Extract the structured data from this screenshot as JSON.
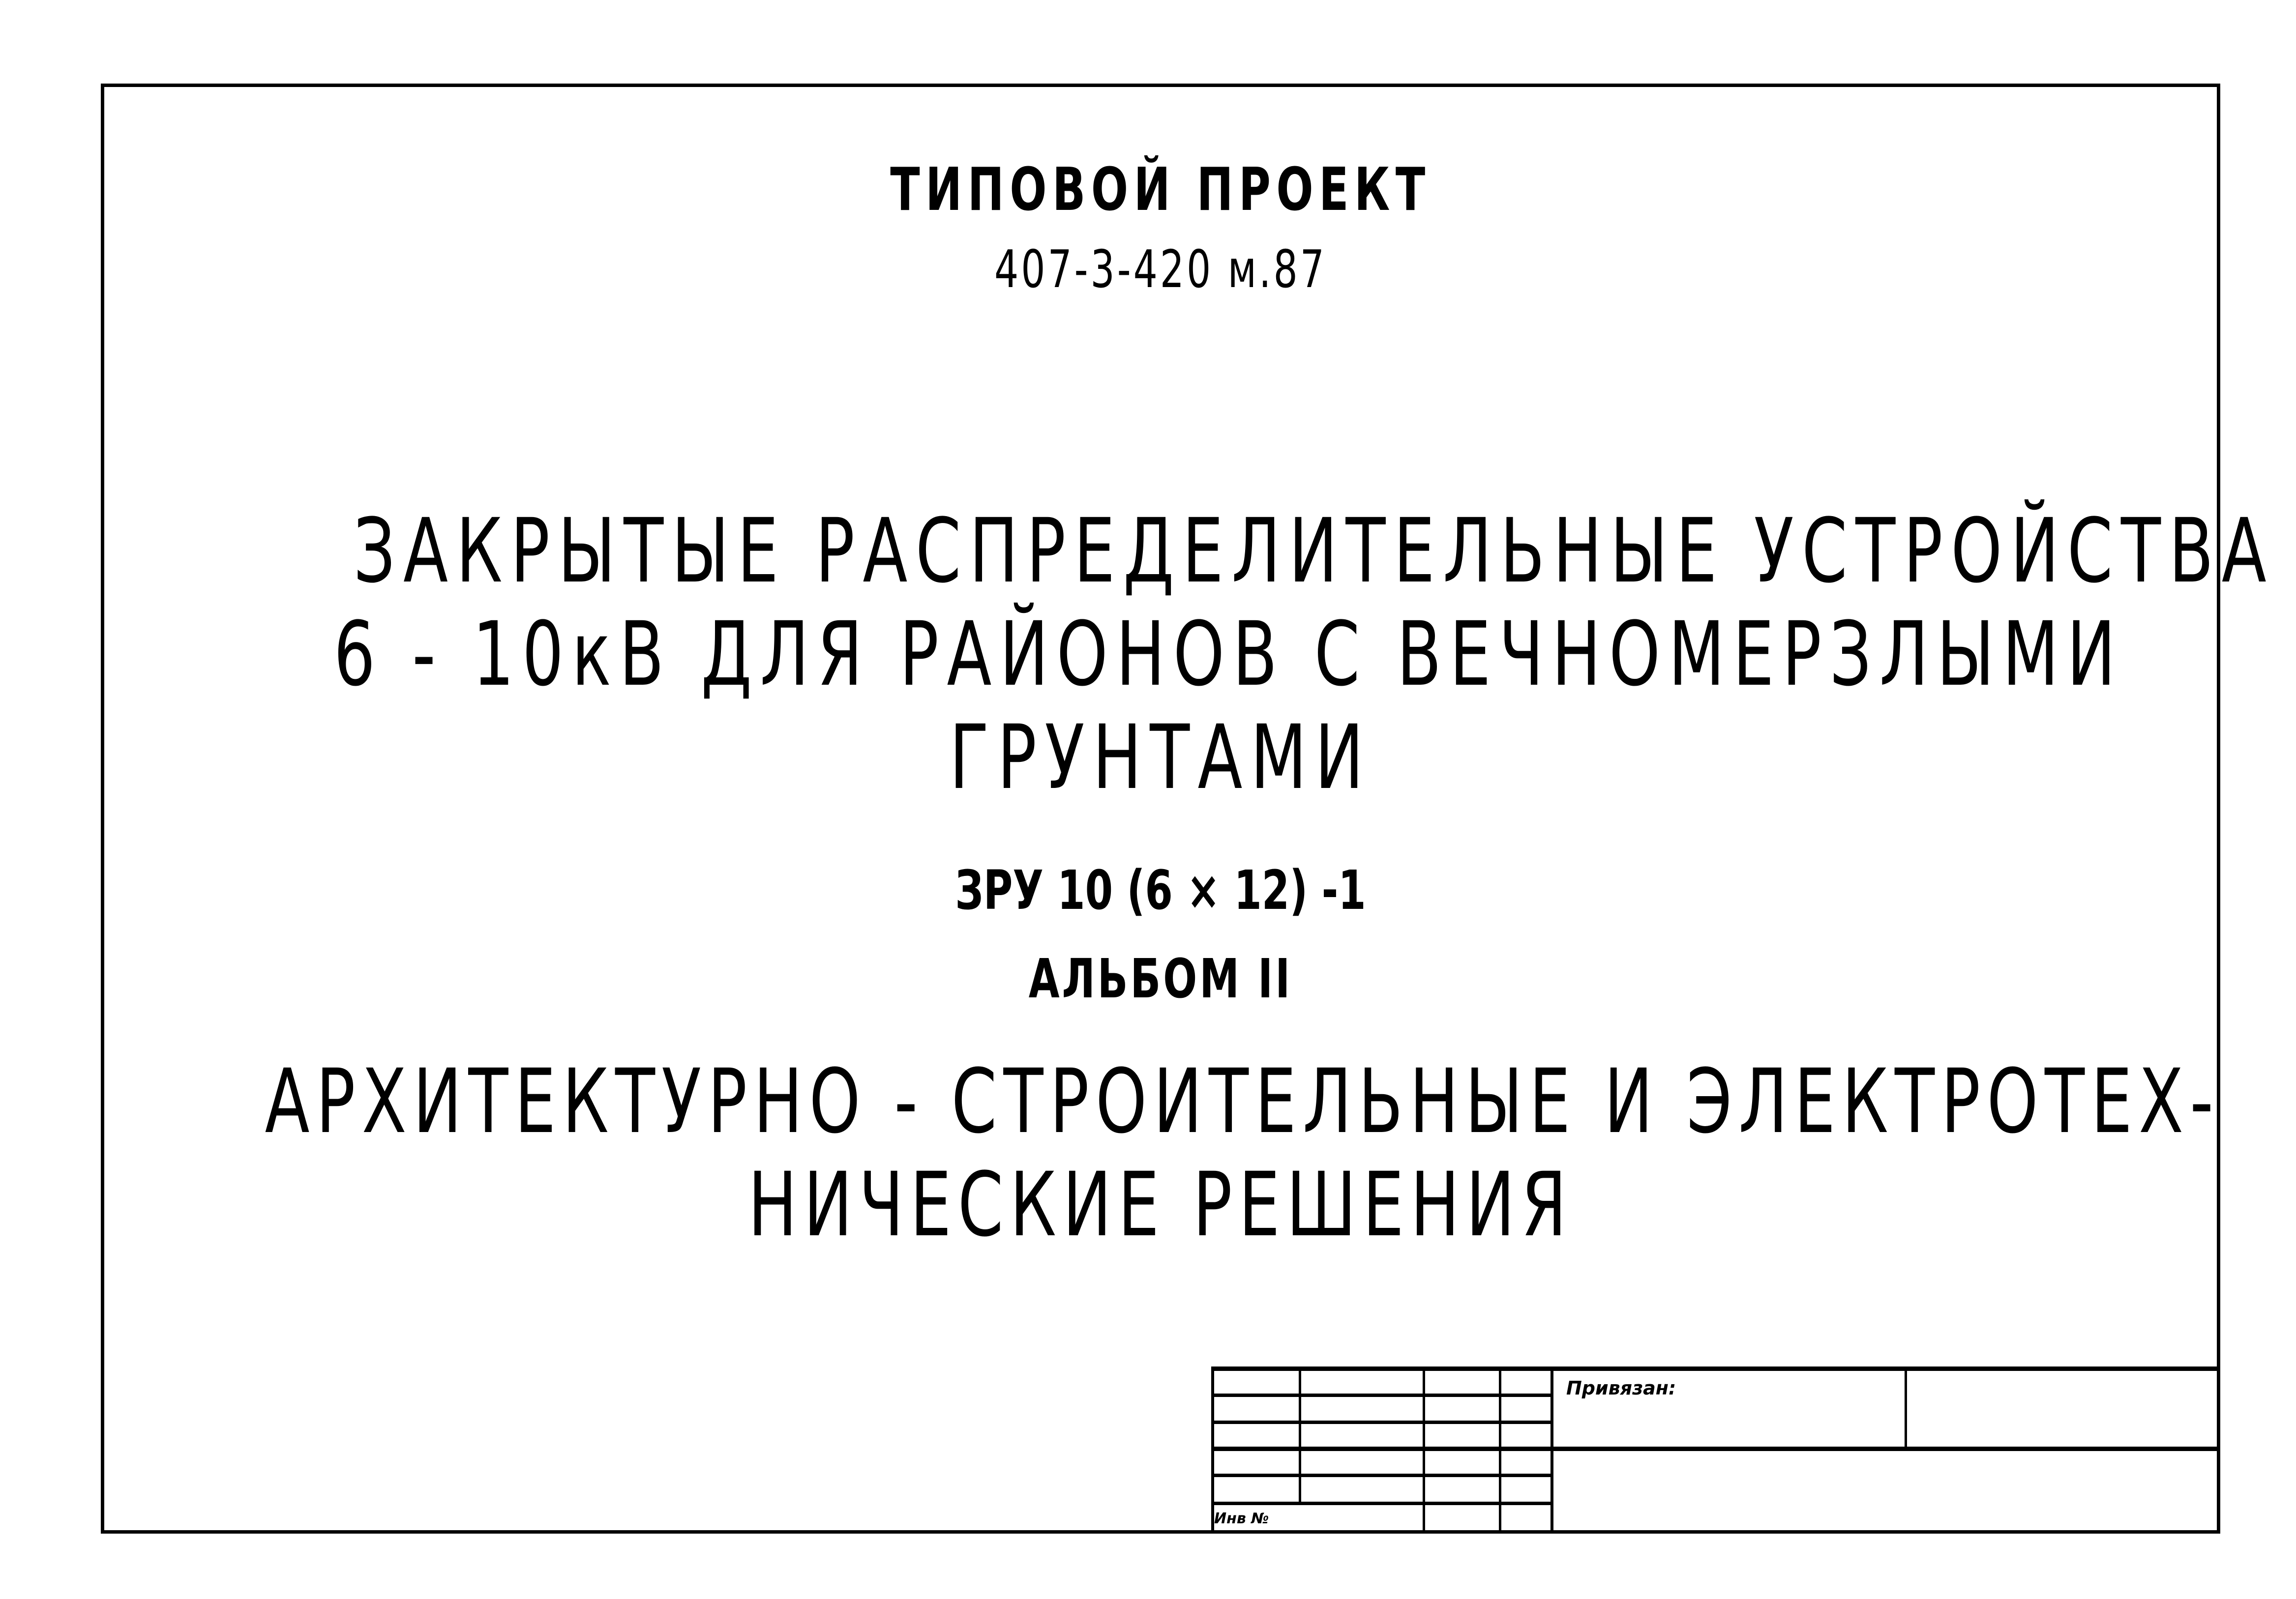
{
  "document": {
    "header": {
      "type_label": "ТИПОВОЙ    ПРОЕКТ",
      "project_number": "407-3-420 м.87"
    },
    "title": {
      "line1": "ЗАКРЫТЫЕ  РАСПРЕДЕЛИТЕЛЬНЫЕ  УСТРОЙСТВА",
      "line2": "6 - 10кВ  ДЛЯ  РАЙОНОВ  С  ВЕЧНОМЕРЗЛЫМИ",
      "line3": "ГРУНТАМИ"
    },
    "code": "ЗРУ 10 (6 × 12) -1",
    "album": "АЛЬБОМ  II",
    "subtitle": {
      "line1": "АРХИТЕКТУРНО - СТРОИТЕЛЬНЫЕ  И  ЭЛЕКТРОТЕХ-",
      "line2": "НИЧЕСКИЕ  РЕШЕНИЯ"
    },
    "title_block": {
      "bound_label": "Привязан:",
      "inventory_label": "Инв №"
    }
  }
}
